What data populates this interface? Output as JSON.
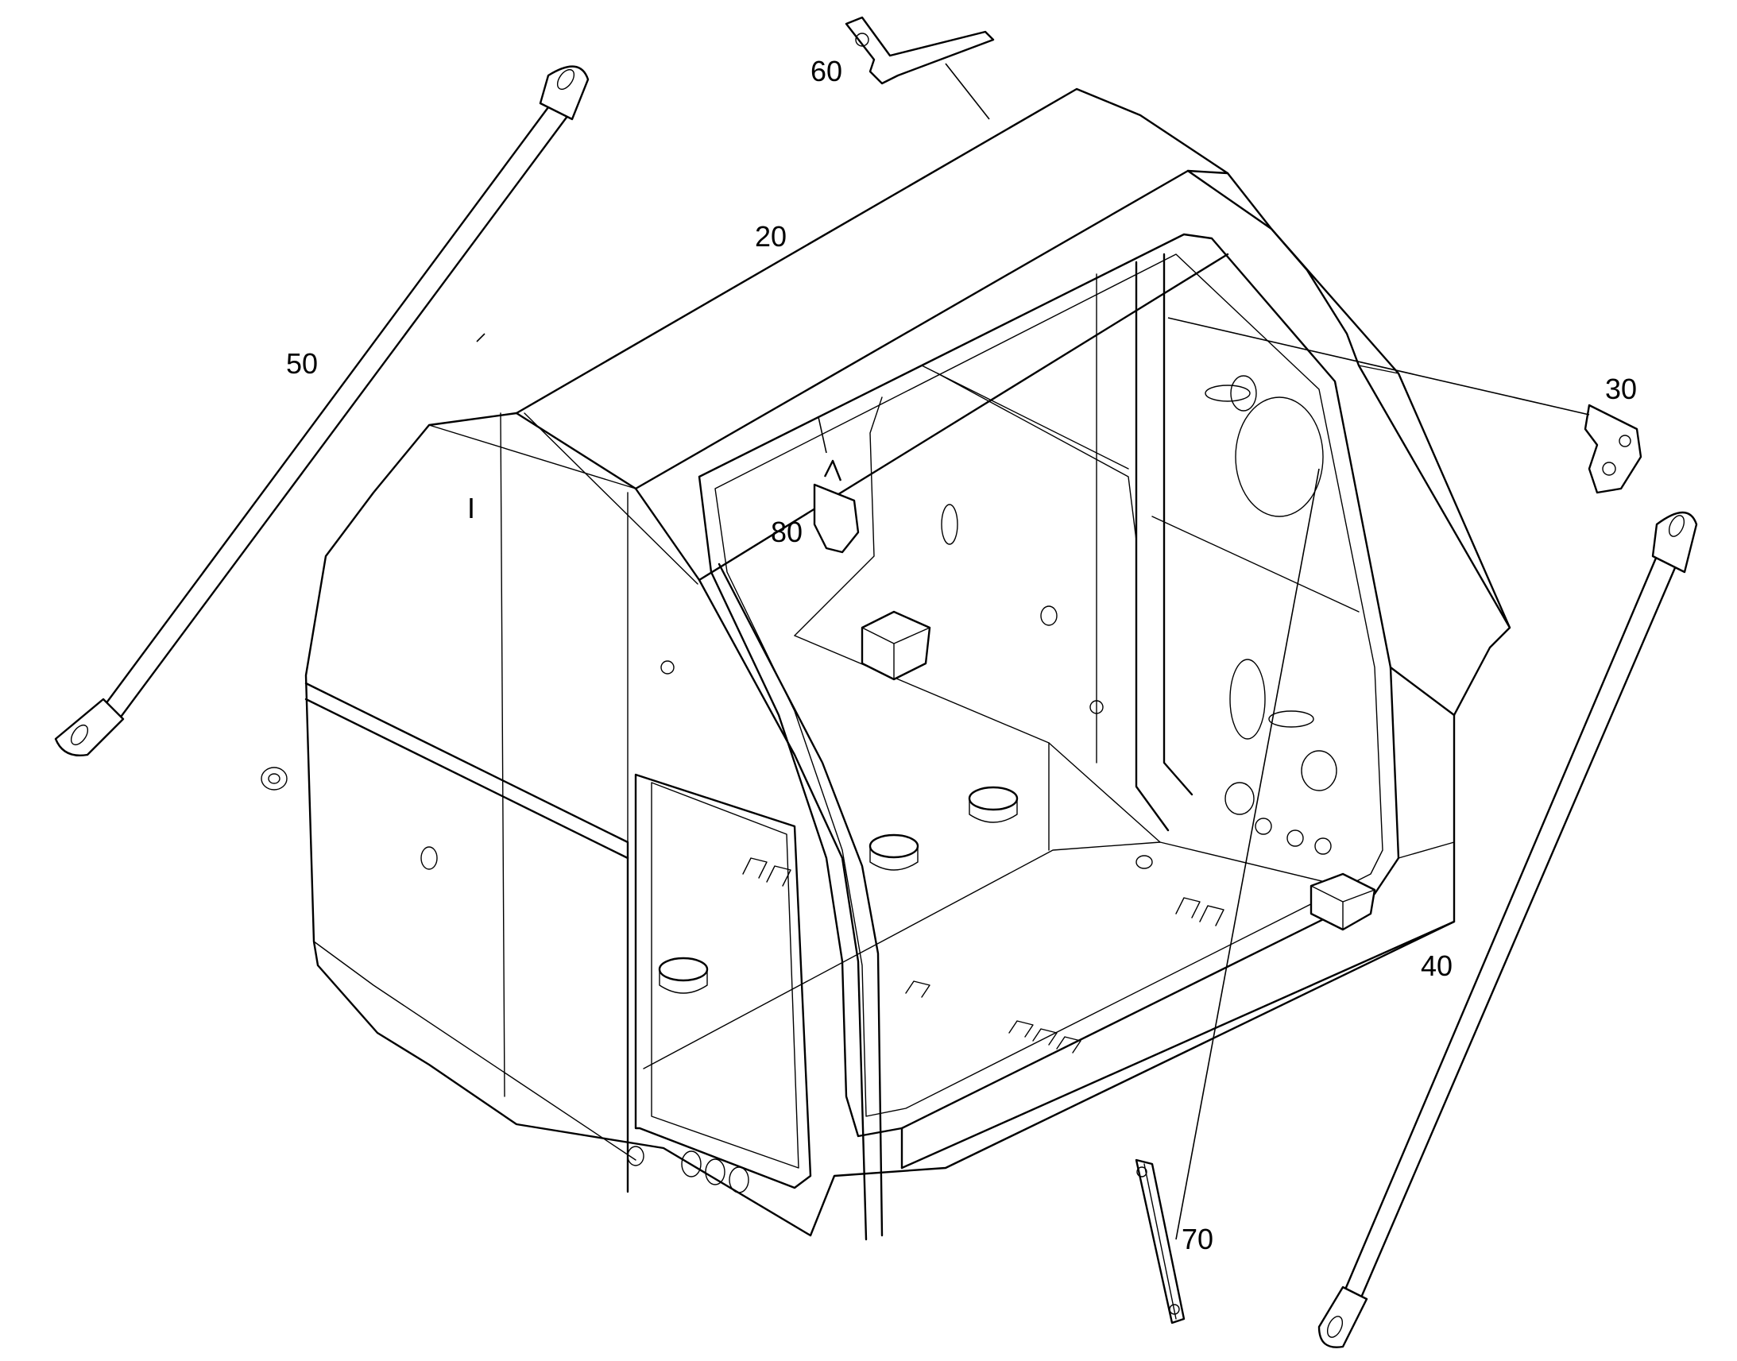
{
  "callouts": {
    "c20": "20",
    "c30": "30",
    "c40": "40",
    "c50": "50",
    "c60": "60",
    "c70": "70",
    "c80": "80",
    "mark_i": "I"
  },
  "colors": {
    "line": "#000000",
    "background": "#ffffff"
  }
}
